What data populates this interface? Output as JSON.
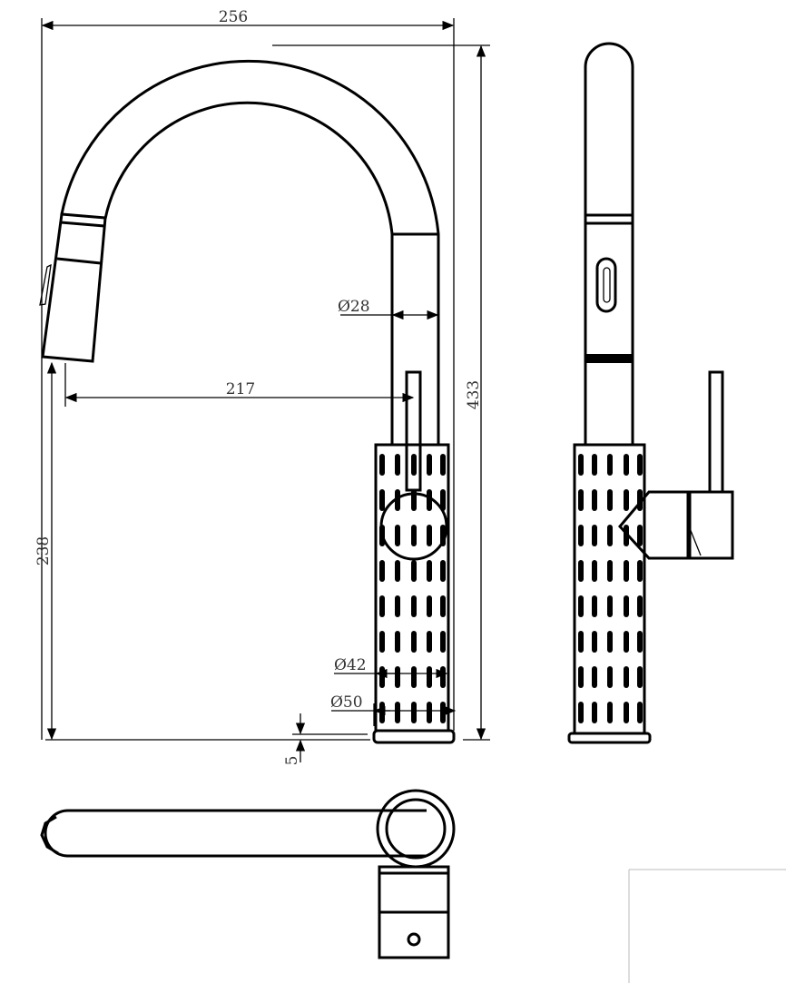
{
  "dimensions": {
    "overall_width": "256",
    "overall_height": "433",
    "spout_reach": "217",
    "spout_clearance": "238",
    "spout_diameter": "Ø28",
    "body_diameter": "Ø42",
    "base_diameter": "Ø50",
    "base_thickness": "5"
  },
  "colors": {
    "line": "#000000",
    "text": "#333333",
    "frame": "#bbbbbb"
  }
}
